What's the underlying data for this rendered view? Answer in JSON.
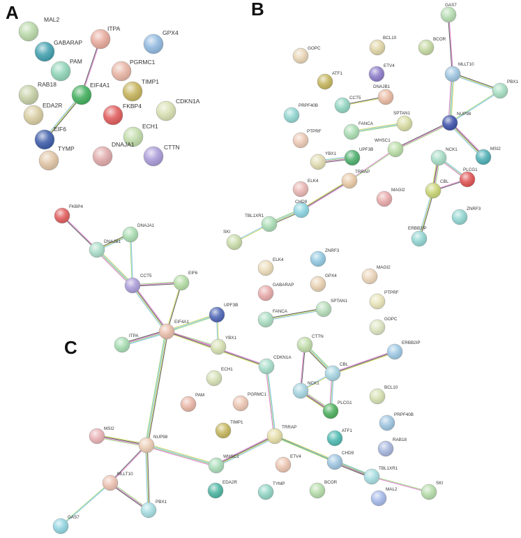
{
  "panels": [
    {
      "letter": "A",
      "nodes": [
        {
          "id": "MAL2",
          "label": "MAL2",
          "color": "#b9d8a8"
        },
        {
          "id": "GABARAP",
          "label": "GABARAP",
          "color": "#3f9fae"
        },
        {
          "id": "ITPA",
          "label": "ITPA",
          "color": "#e8a89a"
        },
        {
          "id": "GPX4",
          "label": "GPX4",
          "color": "#8fb8e0"
        },
        {
          "id": "PAM",
          "label": "PAM",
          "color": "#8fd4b8"
        },
        {
          "id": "PGRMC1",
          "label": "PGRMC1",
          "color": "#e8b4a4"
        },
        {
          "id": "RAB18",
          "label": "RAB18",
          "color": "#c4cfa4"
        },
        {
          "id": "EIF4A1",
          "label": "EIF4A1",
          "color": "#3fae5a"
        },
        {
          "id": "TIMP1",
          "label": "TIMP1",
          "color": "#c6b35a"
        },
        {
          "id": "EDA2R",
          "label": "EDA2R",
          "color": "#d8cca0"
        },
        {
          "id": "FKBP4",
          "label": "FKBP4",
          "color": "#e05a5a"
        },
        {
          "id": "CDKN1A",
          "label": "CDKN1A",
          "color": "#d8dfb0"
        },
        {
          "id": "EIF6",
          "label": "EIF6",
          "color": "#3a5aa8"
        },
        {
          "id": "ECH1",
          "label": "ECH1",
          "color": "#c0dca8"
        },
        {
          "id": "TYMP",
          "label": "TYMP",
          "color": "#e0c4a4"
        },
        {
          "id": "DNAJA1",
          "label": "DNAJA1",
          "color": "#e0a8a8"
        },
        {
          "id": "CTTN",
          "label": "CTTN",
          "color": "#a89ad8"
        }
      ],
      "edges": [
        [
          "ITPA",
          "EIF4A1"
        ],
        [
          "EIF4A1",
          "EIF6"
        ]
      ]
    },
    {
      "letter": "B",
      "nodes": [
        {
          "id": "GAS7",
          "label": "GAS7",
          "color": "#b4dcb0"
        },
        {
          "id": "GOPC",
          "label": "GOPC",
          "color": "#e8d4b4"
        },
        {
          "id": "BCL10",
          "label": "BCL10",
          "color": "#e0d4a4"
        },
        {
          "id": "BCOR",
          "label": "BCOR",
          "color": "#c4d8a0"
        },
        {
          "id": "MLLT10",
          "label": "MLLT10",
          "color": "#9cc4e0"
        },
        {
          "id": "PBX1",
          "label": "PBX1",
          "color": "#a4dcc0"
        },
        {
          "id": "ATF1",
          "label": "ATF1",
          "color": "#c4b45a"
        },
        {
          "id": "ETV4",
          "label": "ETV4",
          "color": "#8a7ac8"
        },
        {
          "id": "CCT5",
          "label": "CCT5",
          "color": "#8fd4c0"
        },
        {
          "id": "DNAJB1",
          "label": "DNAJB1",
          "color": "#e8b8a0"
        },
        {
          "id": "PRPF40B",
          "label": "PRPF40B",
          "color": "#8fd4d0"
        },
        {
          "id": "NUP98",
          "label": "NUP98",
          "color": "#3a4ea8"
        },
        {
          "id": "FANCA",
          "label": "FANCA",
          "color": "#a8dcb0"
        },
        {
          "id": "SPTAN1",
          "label": "SPTAN1",
          "color": "#d8dca0"
        },
        {
          "id": "PTPRF",
          "label": "PTPRF",
          "color": "#ecc8b4"
        },
        {
          "id": "WHSC1",
          "label": "WHSC1",
          "color": "#b8dca4"
        },
        {
          "id": "NCK1",
          "label": "NCK1",
          "color": "#a4dcc4"
        },
        {
          "id": "MSI2",
          "label": "MSI2",
          "color": "#4aaeb4"
        },
        {
          "id": "YBX1",
          "label": "YBX1",
          "color": "#e0dcb0"
        },
        {
          "id": "UPF3B",
          "label": "UPF3B",
          "color": "#4aae6a"
        },
        {
          "id": "TRRAP",
          "label": "TRRAP",
          "color": "#e8c8a4"
        },
        {
          "id": "PLCG1",
          "label": "PLCG1",
          "color": "#e05050"
        },
        {
          "id": "ELK4",
          "label": "ELK4",
          "color": "#e8b4b0"
        },
        {
          "id": "CBL",
          "label": "CBL",
          "color": "#c8d470"
        },
        {
          "id": "MAGI2",
          "label": "MAGI2",
          "color": "#e8a8a8"
        },
        {
          "id": "CHD9",
          "label": "CHD9",
          "color": "#8ad4e0"
        },
        {
          "id": "ZNRF3",
          "label": "ZNRF3",
          "color": "#8fd4d0"
        },
        {
          "id": "TBL1XR1",
          "label": "TBL1XR1",
          "color": "#a8dcb4"
        },
        {
          "id": "ERBB2IP",
          "label": "ERBB2IP",
          "color": "#8fd4d0"
        },
        {
          "id": "SKI",
          "label": "SKI",
          "color": "#c8dca8"
        }
      ],
      "edges": [
        [
          "GAS7",
          "MLLT10"
        ],
        [
          "MLLT10",
          "PBX1"
        ],
        [
          "MLLT10",
          "NUP98"
        ],
        [
          "PBX1",
          "NUP98"
        ],
        [
          "NUP98",
          "WHSC1"
        ],
        [
          "NUP98",
          "MSI2"
        ],
        [
          "CCT5",
          "DNAJB1"
        ],
        [
          "FANCA",
          "SPTAN1"
        ],
        [
          "YBX1",
          "UPF3B"
        ],
        [
          "WHSC1",
          "TRRAP"
        ],
        [
          "TRRAP",
          "CHD9"
        ],
        [
          "CHD9",
          "TBL1XR1"
        ],
        [
          "TBL1XR1",
          "SKI"
        ],
        [
          "NCK1",
          "PLCG1"
        ],
        [
          "NCK1",
          "CBL"
        ],
        [
          "CBL",
          "PLCG1"
        ],
        [
          "CBL",
          "ERBB2IP"
        ]
      ]
    },
    {
      "letter": "C",
      "nodes": [
        {
          "id": "FKBP4",
          "label": "FKBP4",
          "color": "#e05a5a"
        },
        {
          "id": "DNAJA1",
          "label": "DNAJA1",
          "color": "#a8dcb0"
        },
        {
          "id": "DNAJB1",
          "label": "DNAJB1",
          "color": "#a8dcc8"
        },
        {
          "id": "CCT5",
          "label": "CCT5",
          "color": "#a89ad8"
        },
        {
          "id": "EIF6",
          "label": "EIF6",
          "color": "#b4dca4"
        },
        {
          "id": "UPF3B",
          "label": "UPF3B",
          "color": "#4a62b4"
        },
        {
          "id": "EIF4A1",
          "label": "EIF4A1",
          "color": "#e8bca8"
        },
        {
          "id": "ITPA",
          "label": "ITPA",
          "color": "#a4dcb0"
        },
        {
          "id": "YBX1",
          "label": "YBX1",
          "color": "#d4e0b0"
        },
        {
          "id": "CDKN1A",
          "label": "CDKN1A",
          "color": "#a4dcc8"
        },
        {
          "id": "ECH1",
          "label": "ECH1",
          "color": "#d4e0b4"
        },
        {
          "id": "PAM",
          "label": "PAM",
          "color": "#e8b4a4"
        },
        {
          "id": "PGRMC1",
          "label": "PGRMC1",
          "color": "#ecc4b0"
        },
        {
          "id": "TIMP1",
          "label": "TIMP1",
          "color": "#c4b45a"
        },
        {
          "id": "MSI2",
          "label": "MSI2",
          "color": "#e8b0b4"
        },
        {
          "id": "NUP98",
          "label": "NUP98",
          "color": "#ecccb4"
        },
        {
          "id": "MLLT10",
          "label": "MLLT10",
          "color": "#ecc0b0"
        },
        {
          "id": "PBX1",
          "label": "PBX1",
          "color": "#a4dce0"
        },
        {
          "id": "GAS7",
          "label": "GAS7",
          "color": "#8fd4e0"
        },
        {
          "id": "WHSC1",
          "label": "WHSC1",
          "color": "#a8dcb8"
        },
        {
          "id": "EDA2R",
          "label": "EDA2R",
          "color": "#4ab4a0"
        },
        {
          "id": "TYMP",
          "label": "TYMP",
          "color": "#8fd4c4"
        },
        {
          "id": "TRRAP",
          "label": "TRRAP",
          "color": "#e4dca4"
        },
        {
          "id": "ETV4",
          "label": "ETV4",
          "color": "#ecc4b0"
        },
        {
          "id": "BCOR",
          "label": "BCOR",
          "color": "#b4dca8"
        },
        {
          "id": "ATF1",
          "label": "ATF1",
          "color": "#4ab8b0"
        },
        {
          "id": "CHD9",
          "label": "CHD9",
          "color": "#9cc4e0"
        },
        {
          "id": "TBL1XR1",
          "label": "TBL1XR1",
          "color": "#a4dce0"
        },
        {
          "id": "SKI",
          "label": "SKI",
          "color": "#b4dca8"
        },
        {
          "id": "MAL2",
          "label": "MAL2",
          "color": "#a4b8e8"
        },
        {
          "id": "RAB18",
          "label": "RAB18",
          "color": "#a4b4dc"
        },
        {
          "id": "PRPF40B",
          "label": "PRPF40B",
          "color": "#9cc4e0"
        },
        {
          "id": "BCL10",
          "label": "BCL10",
          "color": "#d4e0b0"
        },
        {
          "id": "PLCG1",
          "label": "PLCG1",
          "color": "#4aae5a"
        },
        {
          "id": "NCK1",
          "label": "NCK1",
          "color": "#a4d4e0"
        },
        {
          "id": "CBL",
          "label": "CBL",
          "color": "#a4d4e0"
        },
        {
          "id": "CTTN",
          "label": "CTTN",
          "color": "#c0dca8"
        },
        {
          "id": "ERBB2IP",
          "label": "ERBB2IP",
          "color": "#9cc8e4"
        },
        {
          "id": "ELK4",
          "label": "ELK4",
          "color": "#ecdcb8"
        },
        {
          "id": "ZNRF3",
          "label": "ZNRF3",
          "color": "#8fc8e0"
        },
        {
          "id": "GABARAP",
          "label": "GABARAP",
          "color": "#e8a8a8"
        },
        {
          "id": "GPX4",
          "label": "GPX4",
          "color": "#e8d0b0"
        },
        {
          "id": "MAGI2",
          "label": "MAGI2",
          "color": "#ecd4b8"
        },
        {
          "id": "PTPRF",
          "label": "PTPRF",
          "color": "#e8e4b8"
        },
        {
          "id": "FANCA",
          "label": "FANCA",
          "color": "#a8dcc0"
        },
        {
          "id": "SPTAN1",
          "label": "SPTAN1",
          "color": "#b4dcb8"
        },
        {
          "id": "GOPC",
          "label": "GOPC",
          "color": "#dce4c0"
        }
      ],
      "edges": [
        [
          "FKBP4",
          "DNAJB1"
        ],
        [
          "DNAJB1",
          "DNAJA1"
        ],
        [
          "DNAJB1",
          "CCT5"
        ],
        [
          "DNAJA1",
          "CCT5"
        ],
        [
          "CCT5",
          "EIF6"
        ],
        [
          "CCT5",
          "EIF4A1"
        ],
        [
          "EIF6",
          "EIF4A1"
        ],
        [
          "EIF4A1",
          "UPF3B"
        ],
        [
          "EIF4A1",
          "ITPA"
        ],
        [
          "EIF4A1",
          "YBX1"
        ],
        [
          "EIF4A1",
          "CDKN1A"
        ],
        [
          "EIF4A1",
          "NUP98"
        ],
        [
          "UPF3B",
          "YBX1"
        ],
        [
          "CDKN1A",
          "TRRAP"
        ],
        [
          "NUP98",
          "MSI2"
        ],
        [
          "NUP98",
          "MLLT10"
        ],
        [
          "NUP98",
          "PBX1"
        ],
        [
          "NUP98",
          "WHSC1"
        ],
        [
          "MLLT10",
          "GAS7"
        ],
        [
          "MLLT10",
          "PBX1"
        ],
        [
          "WHSC1",
          "TRRAP"
        ],
        [
          "TRRAP",
          "CHD9"
        ],
        [
          "TRRAP",
          "TBL1XR1"
        ],
        [
          "CHD9",
          "TBL1XR1"
        ],
        [
          "TBL1XR1",
          "SKI"
        ],
        [
          "CBL",
          "ERBB2IP"
        ],
        [
          "CBL",
          "CTTN"
        ],
        [
          "CBL",
          "NCK1"
        ],
        [
          "CBL",
          "PLCG1"
        ],
        [
          "NCK1",
          "PLCG1"
        ],
        [
          "NCK1",
          "CTTN"
        ],
        [
          "FANCA",
          "SPTAN1"
        ]
      ]
    }
  ]
}
